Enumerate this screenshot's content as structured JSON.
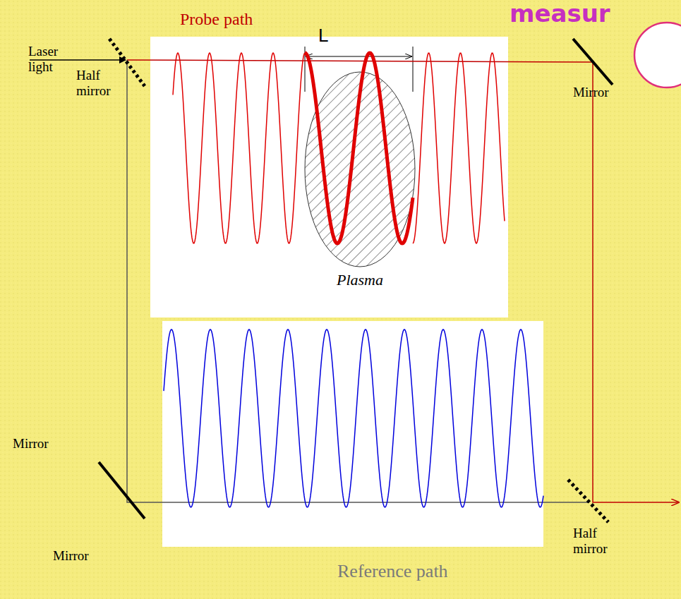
{
  "diagram": {
    "nodes": [
      {
        "text": [
          "Plasma"
        ]
      }
    ],
    "labels": [
      "measur",
      "Probe path",
      "L",
      "Half mirror",
      "Laser light",
      "Mirror",
      "Mirror",
      "Half mirror",
      "Mirror",
      "Reference path"
    ]
  }
}
